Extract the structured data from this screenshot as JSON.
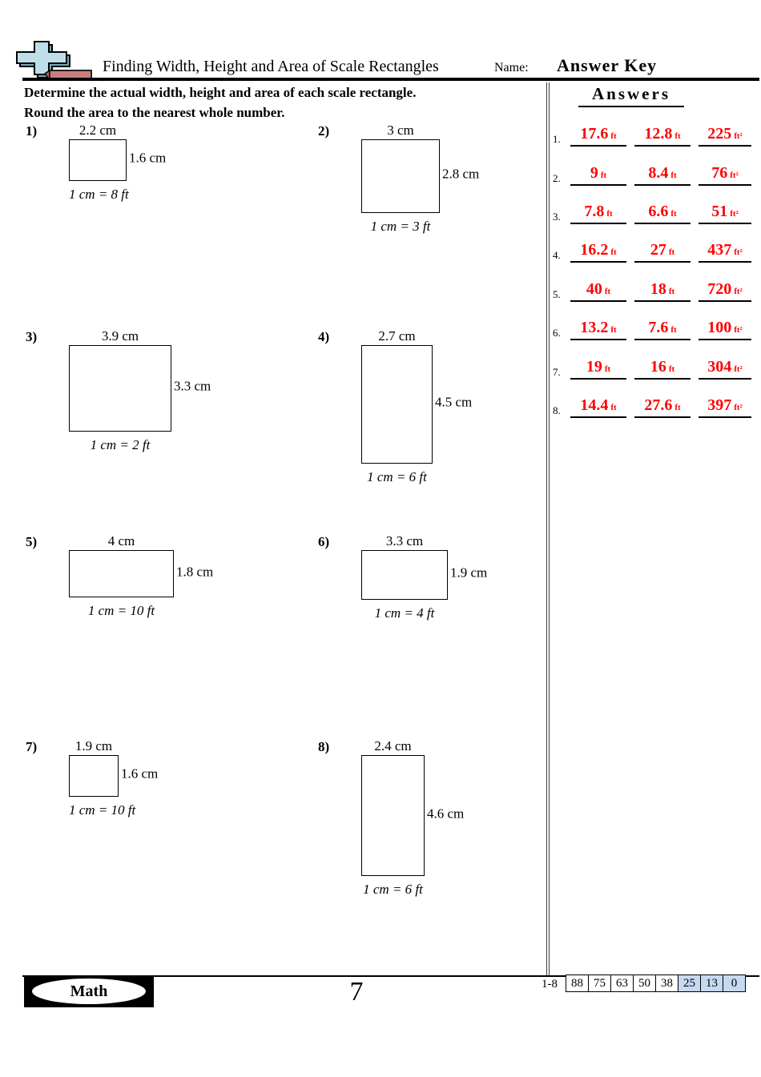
{
  "header": {
    "logo_icon": "math-plus-brick-logo",
    "title": "Finding Width, Height and Area of Scale Rectangles",
    "name_label": "Name:",
    "answer_key": "Answer Key",
    "accent_red": "#ff0000"
  },
  "instructions": {
    "line1": "Determine the actual width, height and area of each scale rectangle.",
    "line2": "Round the area to the nearest whole number."
  },
  "problems": [
    {
      "num": "1)",
      "width_label": "2.2 cm",
      "height_label": "1.6 cm",
      "scale": "1 cm = 8 ft",
      "width_cm": 2.2,
      "height_cm": 1.6
    },
    {
      "num": "2)",
      "width_label": "3 cm",
      "height_label": "2.8 cm",
      "scale": "1 cm = 3 ft",
      "width_cm": 3.0,
      "height_cm": 2.8
    },
    {
      "num": "3)",
      "width_label": "3.9 cm",
      "height_label": "3.3 cm",
      "scale": "1 cm = 2 ft",
      "width_cm": 3.9,
      "height_cm": 3.3
    },
    {
      "num": "4)",
      "width_label": "2.7 cm",
      "height_label": "4.5 cm",
      "scale": "1 cm = 6 ft",
      "width_cm": 2.7,
      "height_cm": 4.5
    },
    {
      "num": "5)",
      "width_label": "4 cm",
      "height_label": "1.8 cm",
      "scale": "1 cm = 10 ft",
      "width_cm": 4.0,
      "height_cm": 1.8
    },
    {
      "num": "6)",
      "width_label": "3.3 cm",
      "height_label": "1.9 cm",
      "scale": "1 cm = 4 ft",
      "width_cm": 3.3,
      "height_cm": 1.9
    },
    {
      "num": "7)",
      "width_label": "1.9 cm",
      "height_label": "1.6 cm",
      "scale": "1 cm = 10 ft",
      "width_cm": 1.9,
      "height_cm": 1.6
    },
    {
      "num": "8)",
      "width_label": "2.4 cm",
      "height_label": "4.6 cm",
      "scale": "1 cm = 6 ft",
      "width_cm": 2.4,
      "height_cm": 4.6
    }
  ],
  "answers": {
    "heading": "Answers",
    "unit_length": "ft",
    "unit_area": "ft²",
    "value_color": "#ff0000",
    "rows": [
      {
        "num": "1.",
        "width": "17.6",
        "height": "12.8",
        "area": "225"
      },
      {
        "num": "2.",
        "width": "9",
        "height": "8.4",
        "area": "76"
      },
      {
        "num": "3.",
        "width": "7.8",
        "height": "6.6",
        "area": "51"
      },
      {
        "num": "4.",
        "width": "16.2",
        "height": "27",
        "area": "437"
      },
      {
        "num": "5.",
        "width": "40",
        "height": "18",
        "area": "720"
      },
      {
        "num": "6.",
        "width": "13.2",
        "height": "7.6",
        "area": "100"
      },
      {
        "num": "7.",
        "width": "19",
        "height": "16",
        "area": "304"
      },
      {
        "num": "8.",
        "width": "14.4",
        "height": "27.6",
        "area": "397"
      }
    ]
  },
  "footer": {
    "brand": "Math",
    "page_number": "7",
    "score_label": "1-8",
    "score_highlight_color": "#c6d9f1",
    "score_cells": [
      {
        "value": "88",
        "highlight": false
      },
      {
        "value": "75",
        "highlight": false
      },
      {
        "value": "63",
        "highlight": false
      },
      {
        "value": "50",
        "highlight": false
      },
      {
        "value": "38",
        "highlight": false
      },
      {
        "value": "25",
        "highlight": true
      },
      {
        "value": "13",
        "highlight": true
      },
      {
        "value": "0",
        "highlight": true
      }
    ]
  }
}
